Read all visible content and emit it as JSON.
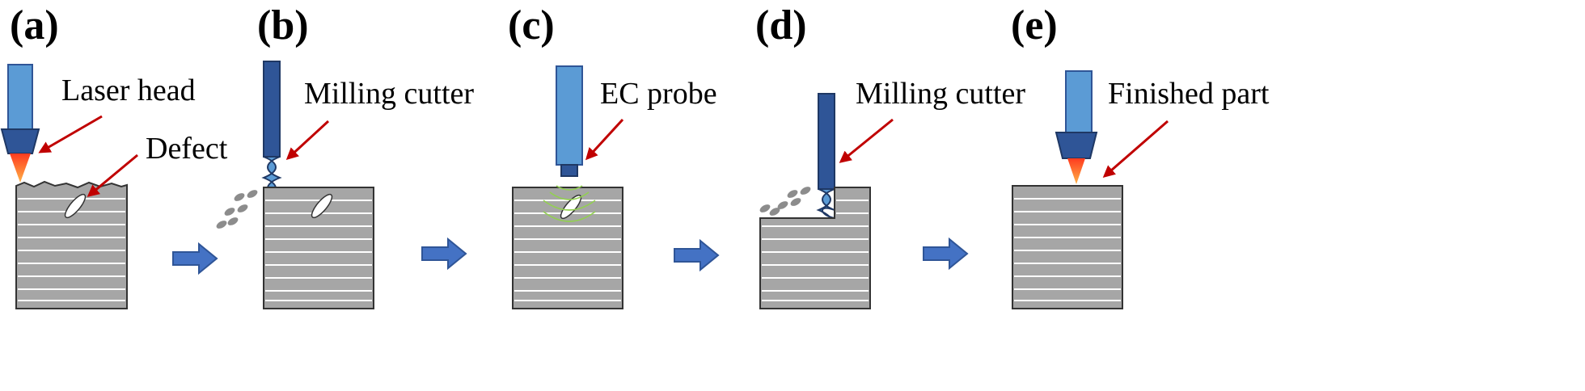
{
  "panels": [
    {
      "label": "(a)",
      "callouts": [
        "Laser head",
        "Defect"
      ]
    },
    {
      "label": "(b)",
      "callouts": [
        "Milling cutter"
      ]
    },
    {
      "label": "(c)",
      "callouts": [
        "EC probe"
      ]
    },
    {
      "label": "(d)",
      "callouts": [
        "Milling cutter"
      ]
    },
    {
      "label": "(e)",
      "callouts": [
        "Finished part"
      ]
    }
  ],
  "colors": {
    "block_fill": "#a6a6a6",
    "block_stroke": "#333333",
    "tool_blue": "#5b9bd5",
    "tool_dark_blue": "#2f5597",
    "nozzle_blue": "#4472c4",
    "arrow_red": "#c00000",
    "flame": "#ff5a1f",
    "eddy_green": "#92d050",
    "chip_gray": "#8c8c8c"
  },
  "icons": [
    "laser-head-icon",
    "milling-cutter-icon",
    "ec-probe-icon",
    "process-arrow-icon",
    "defect-icon"
  ]
}
